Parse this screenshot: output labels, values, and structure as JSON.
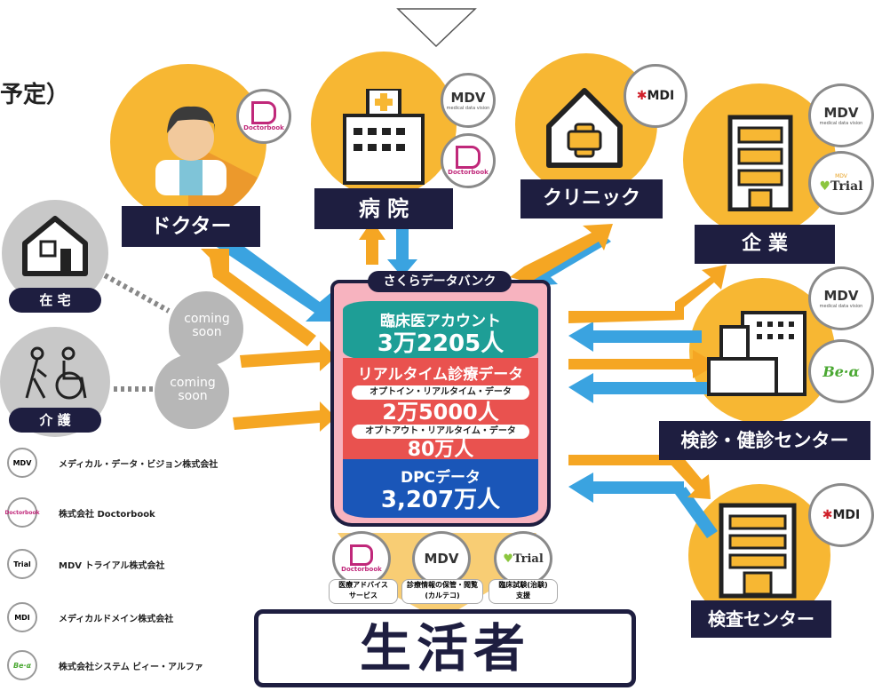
{
  "header_text": "予定）",
  "nodes": {
    "doctor": "ドクター",
    "hospital": "病 院",
    "clinic": "クリニック",
    "company": "企 業",
    "checkup": "検診・健診センター",
    "lab": "検査センター",
    "home": "在 宅",
    "care": "介 護"
  },
  "coming_soon": [
    "coming\nsoon",
    "coming\nsoon"
  ],
  "databank": {
    "title": "さくらデータバンク",
    "clinician_label": "臨床医アカウント",
    "clinician_value": "3万2205人",
    "realtime_label": "リアルタイム診療データ",
    "optin_label": "オプトイン・リアルタイム・データ",
    "optin_value": "2万5000人",
    "optout_label": "オプトアウト・リアルタイム・データ",
    "optout_value": "80万人",
    "dpc_label": "DPCデータ",
    "dpc_value": "3,207万人"
  },
  "services": [
    {
      "logo": "Doctorbook",
      "label": "医療アドバイス\nサービス"
    },
    {
      "logo": "MDV",
      "label": "診療情報の保管・閲覧\n(カルテコ)"
    },
    {
      "logo": "Trial",
      "label": "臨床試験(治験)\n支援"
    }
  ],
  "consumer": "生活者",
  "logos": {
    "doctorbook": "Doctorbook",
    "mdv": "MDV",
    "mdv_sub": "medical data vision",
    "mdi": "MDI",
    "trial": "Trial",
    "trial_sub": "MDV",
    "bea": "Be·α"
  },
  "legend": [
    {
      "logo": "MDV",
      "text": "メディカル・データ・ビジョン株式会社"
    },
    {
      "logo": "Doctorbook",
      "text": "株式会社 Doctorbook"
    },
    {
      "logo": "Trial",
      "text": "MDV トライアル株式会社"
    },
    {
      "logo": "MDI",
      "text": "メディカルドメイン株式会社"
    },
    {
      "logo": "Be·α",
      "text": "株式会社システム ビィー・アルファ"
    }
  ],
  "colors": {
    "orange": "#f5a623",
    "orange_dark": "#e8912b",
    "blue": "#3aa3e0",
    "navy": "#1e1e40",
    "teal": "#1e9e96",
    "red": "#e9524f",
    "dpc_blue": "#1a56b8",
    "frame_pink": "#f7b3bf"
  }
}
